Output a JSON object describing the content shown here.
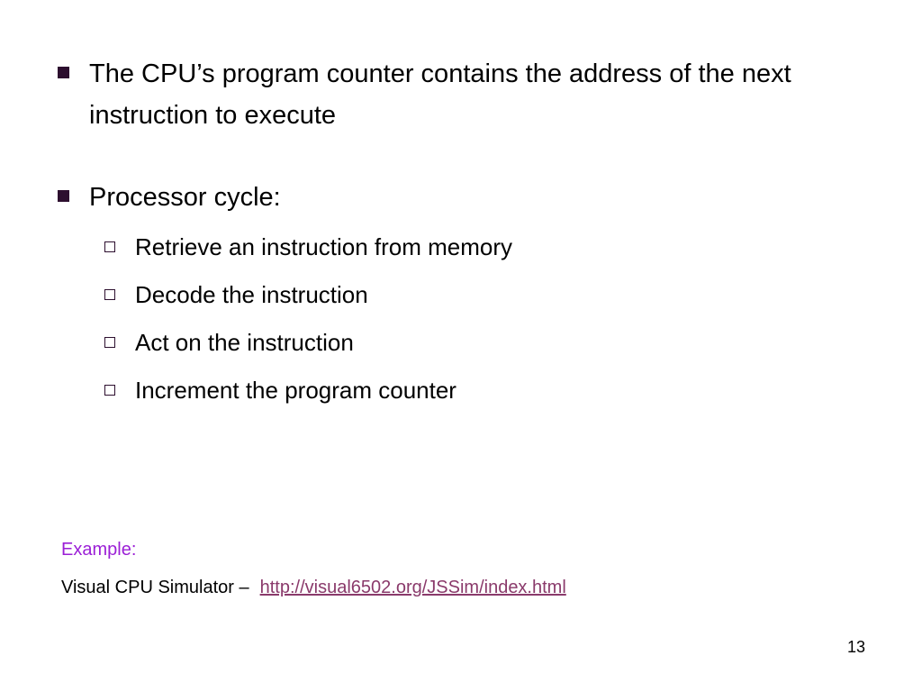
{
  "bullets": [
    {
      "text": "The CPU’s program counter contains the address of the next instruction to execute"
    },
    {
      "text": "Processor cycle:",
      "subitems": [
        "Retrieve an instruction from memory",
        "Decode the instruction",
        "Act on the instruction",
        "Increment the program counter"
      ]
    }
  ],
  "example": {
    "label": "Example:",
    "prefix": "Visual CPU Simulator –",
    "link_text": "http://visual6502.org/JSSim/index.html"
  },
  "page_number": "13",
  "colors": {
    "bullet": "#2d0f2f",
    "example_label": "#9b1fd6",
    "link": "#8a3a6b"
  }
}
